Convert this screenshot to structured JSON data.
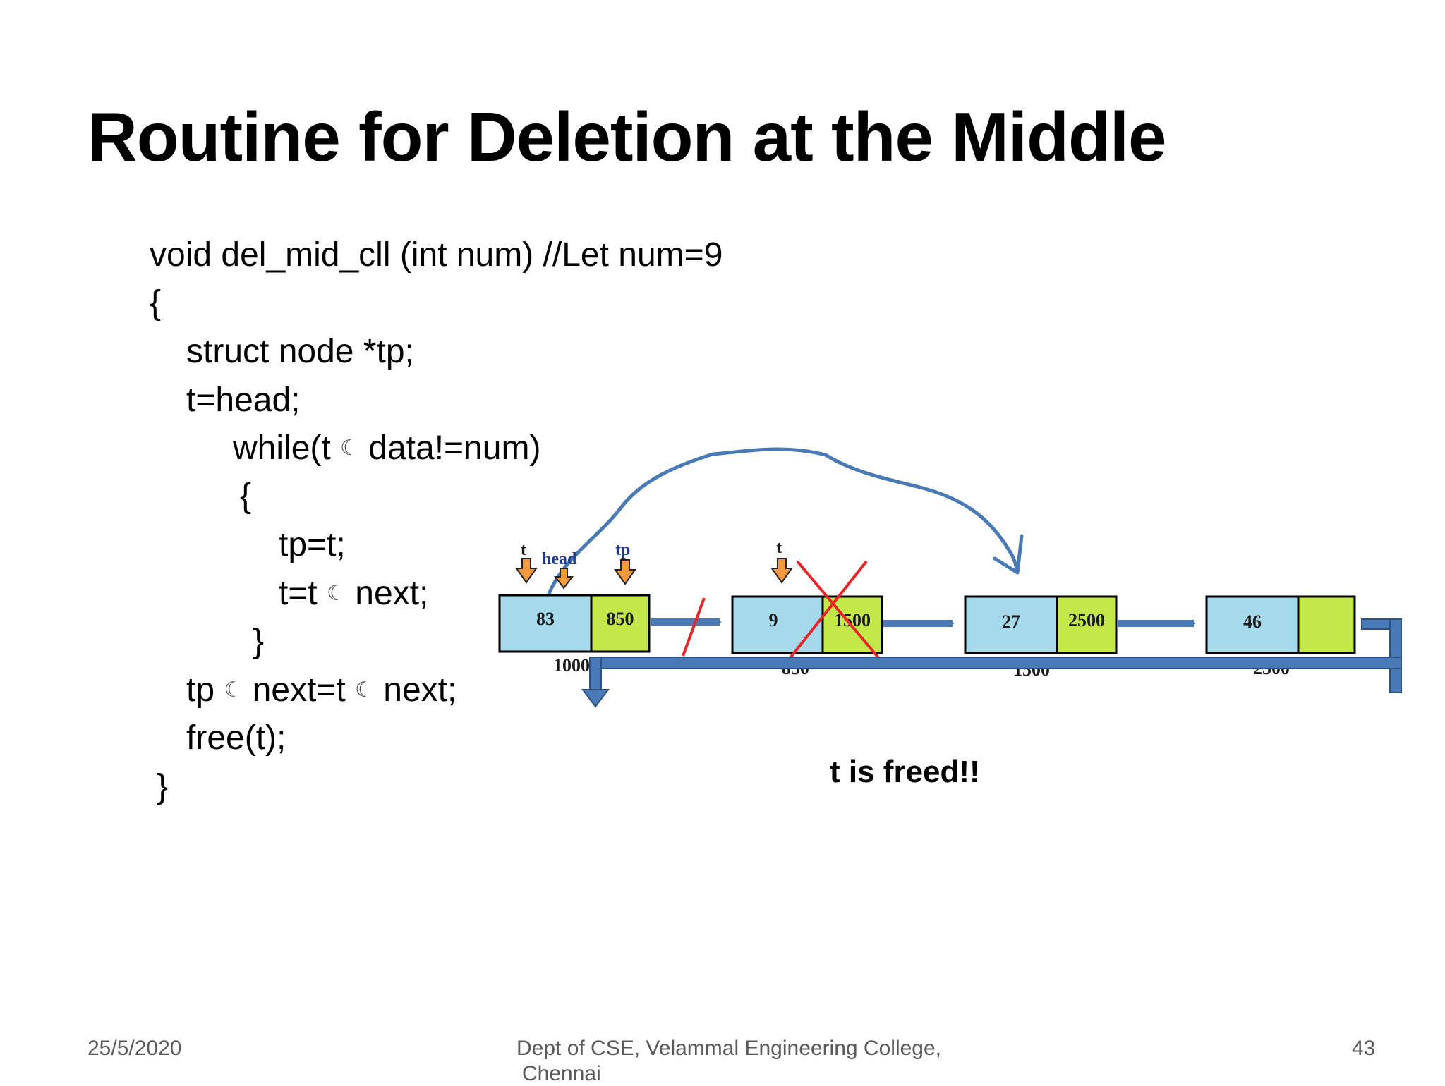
{
  "title": "Routine for Deletion at the Middle",
  "code": {
    "signature": "void del_mid_cll (int num) //Let num=9",
    "open_brace": "{",
    "decl": "struct node *tp;",
    "assign": "t=head;",
    "while_pre": "while(t ",
    "while_post": " data!=num)",
    "inner_open": "{",
    "tp_assign": "tp=t;",
    "t_pre": "t=t ",
    "t_post": " next;",
    "inner_close": "}",
    "link_pre": "tp ",
    "link_mid": " next=t ",
    "link_post": " next;",
    "free_call": "free(t);",
    "close_brace": "}",
    "arrow_symbol": "☾"
  },
  "diagram": {
    "nodes": [
      {
        "data": "83",
        "next": "850",
        "address": "1000"
      },
      {
        "data": "9",
        "next": "1500",
        "address": "850"
      },
      {
        "data": "27",
        "next": "2500",
        "address": "1500"
      },
      {
        "data": "46",
        "next": "",
        "address": "2500"
      }
    ],
    "pointers": {
      "t1": "t",
      "head": "head",
      "tp": "tp",
      "t2": "t"
    },
    "colors": {
      "data_cell": "#a5d9ec",
      "next_cell": "#c3e84a",
      "arrow": "#4a7ab5",
      "cross": "#e8262a",
      "pointer_arrow": "#f59a3c"
    }
  },
  "note": "t is freed!!",
  "footer": {
    "date": "25/5/2020",
    "org_line1": "Dept of CSE, Velammal Engineering College,",
    "org_line2": "Chennai",
    "page": "43"
  }
}
